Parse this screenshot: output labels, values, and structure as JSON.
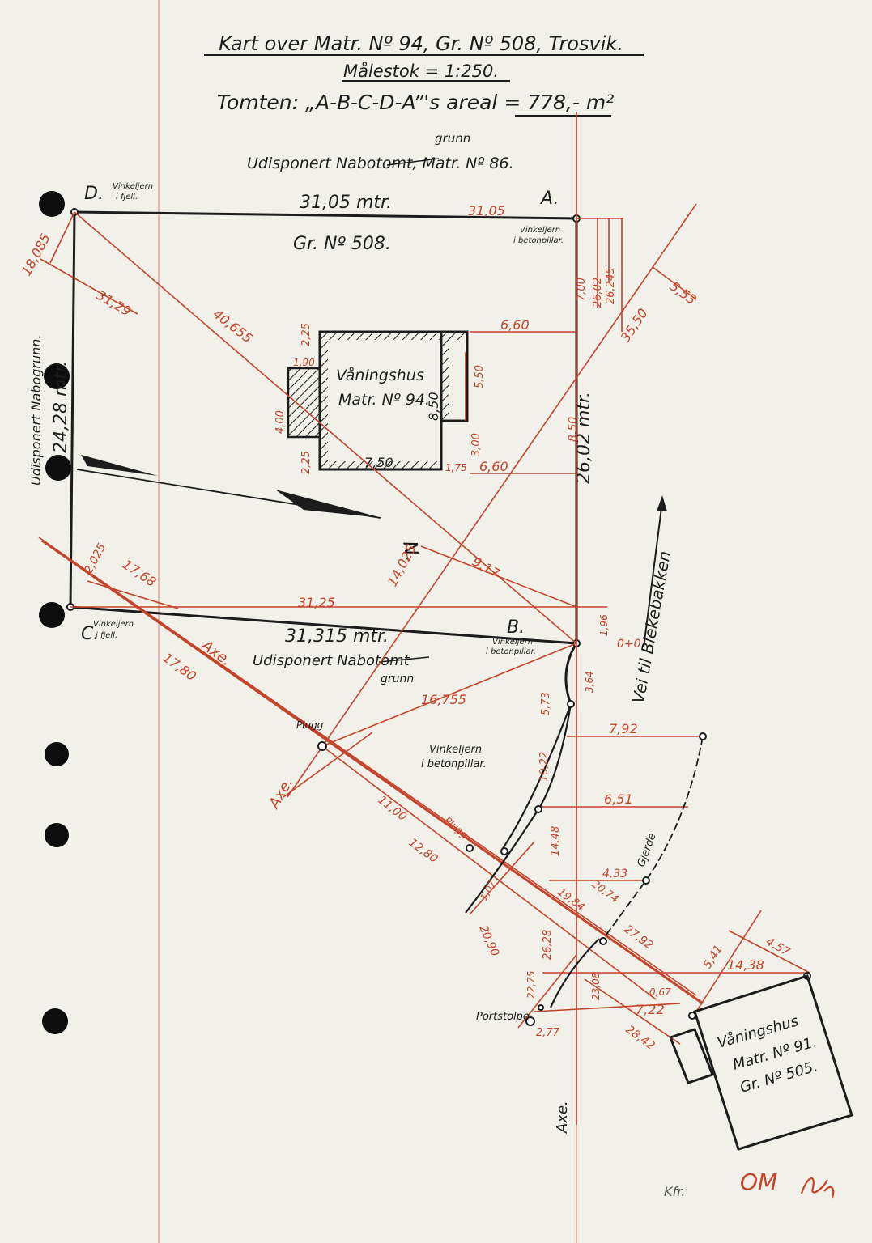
{
  "title": {
    "line1": "Kart over Matr. Nº 94, Gr. Nº 508, Trosvik.",
    "line2": "Målestok = 1:250.",
    "line3": "Tomten: „A-B-C-D-A”'s areal = 778,- m²"
  },
  "neighbors": {
    "north": "Udisponert Nabotomt, Matr. Nº 86.",
    "north_correction": "grunn",
    "west": "Udisponert Nabogrunn.",
    "south": "Udisponert Nabotomt",
    "south_correction": "grunn"
  },
  "corners": {
    "A": "A.",
    "B": "B.",
    "C": "C.",
    "D": "D.",
    "A_note1": "Vinkeljern",
    "A_note2": "i betonpillar.",
    "B_note1": "Vinkeljern",
    "B_note2": "i betonpillar.",
    "C_note1": "Vinkeljern",
    "C_note2": "i fjell.",
    "D_note1": "Vinkeljern",
    "D_note2": "i fjell."
  },
  "parcel_label": "Gr. Nº 508.",
  "house": {
    "line1": "Våningshus",
    "line2": "Matr. Nº 94."
  },
  "house2": {
    "line1": "Våningshus",
    "line2": "Matr. Nº 91.",
    "line3": "Gr. Nº 505."
  },
  "north_arrow": "N.",
  "road": "Vei til Blekebakken",
  "labels": {
    "plugg": "Plugg",
    "plugg2": "Plugg",
    "axe": "Axe.",
    "axe2": "Axe.",
    "axe3": "Axe.",
    "portstolpe": "Portstolpe",
    "vinkeljern1": "Vinkeljern",
    "vinkeljern2": "i betonpillar.",
    "gjerde": "Gjerde",
    "o_plus_0": "0+0"
  },
  "black_dims": {
    "top": "31,05 mtr.",
    "bottom": "31,315 mtr.",
    "left": "24,28 mtr.",
    "right": "26,02 mtr.",
    "house_8_50": "8,50",
    "house_7_50": "7,50"
  },
  "red_dims": {
    "d_top": "31,05",
    "r_7_00": "7,00",
    "r_26_02": "26,02",
    "r_26_245": "26,245",
    "r_5_53": "5,53",
    "r_35_50": "35,50",
    "r_6_60a": "6,60",
    "r_6_60b": "6,60",
    "r_2_25a": "2,25",
    "r_1_90": "1,90",
    "r_4_00": "4,00",
    "r_2_25b": "2,25",
    "r_5_50": "5,50",
    "r_3_00": "3,00",
    "r_1_75": "1,75",
    "r_8_50": "8,50",
    "r_18_085": "18,085",
    "r_31_29": "31,29",
    "r_40_655": "40,655",
    "r_2_025": "2,025",
    "r_17_68": "17,68",
    "r_31_25": "31,25",
    "r_14_025": "14,025",
    "r_9_17": "9,17",
    "r_1_96": "1,96",
    "r_17_80": "17,80",
    "r_16_755": "16,755",
    "r_3_64": "3,64",
    "r_5_73": "5,73",
    "r_7_92": "7,92",
    "r_10_22": "10,22",
    "r_6_51": "6,51",
    "r_11_00": "11,00",
    "r_12_80": "12,80",
    "r_14_48": "14,48",
    "r_4_33": "4,33",
    "r_1_07": "1,07",
    "r_19_84": "19,84",
    "r_20_74": "20,74",
    "r_20_90": "20,90",
    "r_26_28": "26,28",
    "r_27_92": "27,92",
    "r_22_75": "22,75",
    "r_23_08": "23,08",
    "r_0_67": "0,67",
    "r_7_22": "7,22",
    "r_2_77": "2,77",
    "r_28_42": "28,42",
    "r_5_41": "5,41",
    "r_4_57": "4,57",
    "r_14_38": "14,38"
  },
  "footer": {
    "kfr": "Kfr.",
    "initials": "OM"
  },
  "colors": {
    "ink": "#1c1c1c",
    "red": "#c4432b",
    "paper": "#f1f0e9",
    "margin_line": "#e8a09a"
  }
}
